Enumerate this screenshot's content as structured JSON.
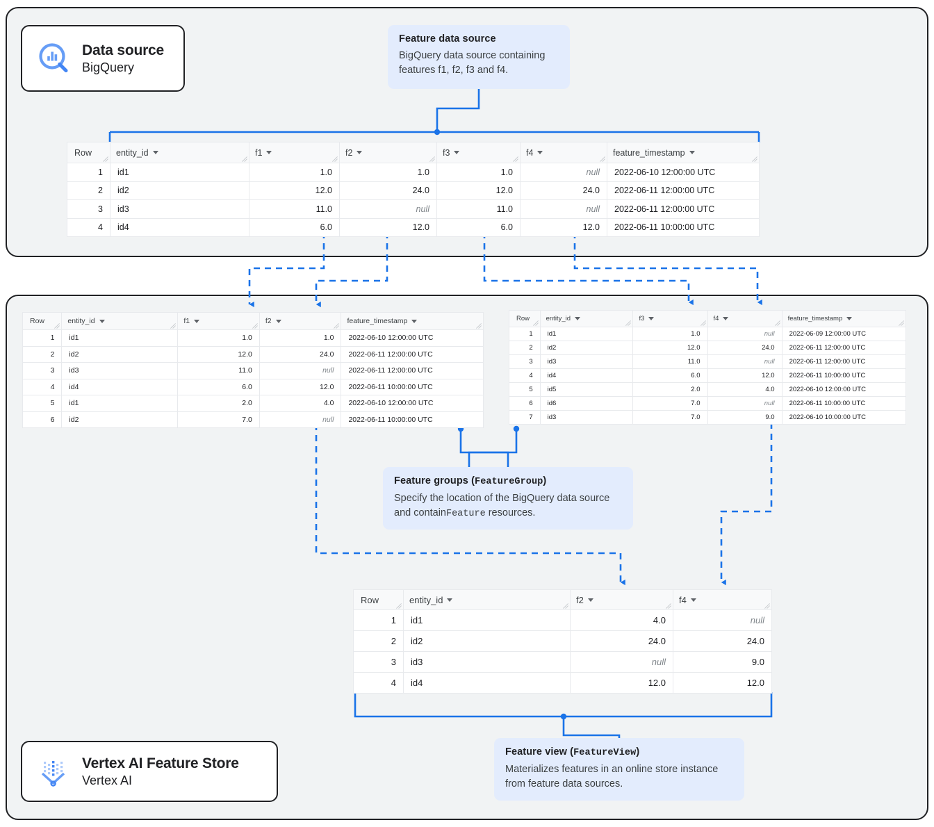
{
  "colors": {
    "accent": "#1a73e8",
    "callout_bg": "#e3ecfd",
    "container_bg": "#f1f3f4",
    "border": "#202124",
    "null_text": "#80868b"
  },
  "cards": {
    "bigquery": {
      "icon": "bigquery-icon",
      "title": "Data source",
      "subtitle": "BigQuery"
    },
    "featurestore": {
      "icon": "vertex-ai-feature-store-icon",
      "title": "Vertex AI Feature Store",
      "subtitle": "Vertex AI"
    }
  },
  "callouts": {
    "feature_data_source": {
      "title": "Feature data source",
      "body": "BigQuery data source containing features f1, f2, f3 and f4."
    },
    "feature_groups": {
      "title_plain": "Feature groups (",
      "title_mono": "FeatureGroup",
      "title_end": ")",
      "body_part1": "Specify the location of the BigQuery data source and contain",
      "body_mono": "Feature",
      "body_part2": " resources."
    },
    "feature_view": {
      "title_plain": "Feature view (",
      "title_mono": "FeatureView",
      "title_end": ")",
      "body": "Materializes features in an online store instance from feature data sources."
    }
  },
  "tables": {
    "source": {
      "name": "feature-data-source-table",
      "columns": [
        "Row",
        "entity_id",
        "f1",
        "f2",
        "f3",
        "f4",
        "feature_timestamp"
      ],
      "rows": [
        [
          "1",
          "id1",
          "1.0",
          "1.0",
          "1.0",
          "null",
          "2022-06-10 12:00:00 UTC"
        ],
        [
          "2",
          "id2",
          "12.0",
          "24.0",
          "12.0",
          "24.0",
          "2022-06-11 12:00:00 UTC"
        ],
        [
          "3",
          "id3",
          "11.0",
          "null",
          "11.0",
          "null",
          "2022-06-11 12:00:00 UTC"
        ],
        [
          "4",
          "id4",
          "6.0",
          "12.0",
          "6.0",
          "12.0",
          "2022-06-11 10:00:00 UTC"
        ]
      ]
    },
    "feature_group_1": {
      "name": "feature-group-1-table",
      "columns": [
        "Row",
        "entity_id",
        "f1",
        "f2",
        "feature_timestamp"
      ],
      "rows": [
        [
          "1",
          "id1",
          "1.0",
          "1.0",
          "2022-06-10 12:00:00 UTC"
        ],
        [
          "2",
          "id2",
          "12.0",
          "24.0",
          "2022-06-11 12:00:00 UTC"
        ],
        [
          "3",
          "id3",
          "11.0",
          "null",
          "2022-06-11 12:00:00 UTC"
        ],
        [
          "4",
          "id4",
          "6.0",
          "12.0",
          "2022-06-11 10:00:00 UTC"
        ],
        [
          "5",
          "id1",
          "2.0",
          "4.0",
          "2022-06-10 12:00:00 UTC"
        ],
        [
          "6",
          "id2",
          "7.0",
          "null",
          "2022-06-11 10:00:00 UTC"
        ]
      ]
    },
    "feature_group_2": {
      "name": "feature-group-2-table",
      "columns": [
        "Row",
        "entity_id",
        "f3",
        "f4",
        "feature_timestamp"
      ],
      "rows": [
        [
          "1",
          "id1",
          "1.0",
          "null",
          "2022-06-09 12:00:00 UTC"
        ],
        [
          "2",
          "id2",
          "12.0",
          "24.0",
          "2022-06-11 12:00:00 UTC"
        ],
        [
          "3",
          "id3",
          "11.0",
          "null",
          "2022-06-11 12:00:00 UTC"
        ],
        [
          "4",
          "id4",
          "6.0",
          "12.0",
          "2022-06-11 10:00:00 UTC"
        ],
        [
          "5",
          "id5",
          "2.0",
          "4.0",
          "2022-06-10 12:00:00 UTC"
        ],
        [
          "6",
          "id6",
          "7.0",
          "null",
          "2022-06-11 10:00:00 UTC"
        ],
        [
          "7",
          "id3",
          "7.0",
          "9.0",
          "2022-06-10 10:00:00 UTC"
        ]
      ]
    },
    "feature_view": {
      "name": "feature-view-table",
      "columns": [
        "Row",
        "entity_id",
        "f2",
        "f4"
      ],
      "rows": [
        [
          "1",
          "id1",
          "4.0",
          "null"
        ],
        [
          "2",
          "id2",
          "24.0",
          "24.0"
        ],
        [
          "3",
          "id3",
          "null",
          "9.0"
        ],
        [
          "4",
          "id4",
          "12.0",
          "12.0"
        ]
      ]
    }
  }
}
